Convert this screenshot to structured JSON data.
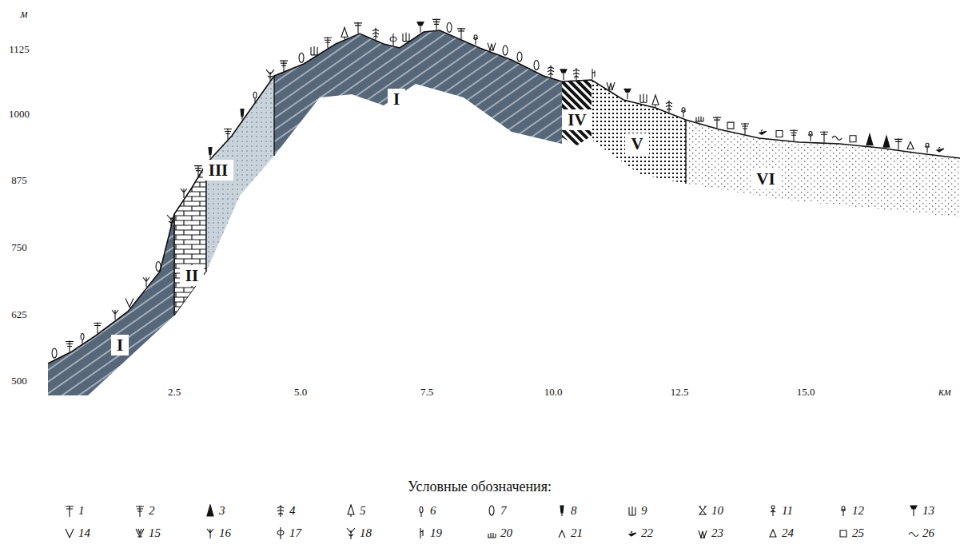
{
  "diagram": {
    "nodes": [
      {
        "text": [
          "I"
        ]
      },
      {
        "text": [
          "II"
        ]
      },
      {
        "text": [
          "III"
        ]
      },
      {
        "text": [
          "I"
        ]
      },
      {
        "text": [
          "IV"
        ]
      },
      {
        "text": [
          "V"
        ]
      },
      {
        "text": [
          "VI"
        ]
      }
    ],
    "labels": [
      "м",
      "1125",
      "1000",
      "875",
      "750",
      "625",
      "500",
      "2.5",
      "5.0",
      "7.5",
      "10.0",
      "12.5",
      "15.0",
      "км",
      "Условные обозначения:"
    ],
    "legend": [
      {
        "text": "1"
      },
      {
        "text": "2"
      },
      {
        "text": "3"
      },
      {
        "text": "4"
      },
      {
        "text": "5"
      },
      {
        "text": "6"
      },
      {
        "text": "7"
      },
      {
        "text": "8"
      },
      {
        "text": "9"
      },
      {
        "text": "10"
      },
      {
        "text": "11"
      },
      {
        "text": "12"
      },
      {
        "text": "13"
      },
      {
        "text": "14"
      },
      {
        "text": "15"
      },
      {
        "text": "16"
      },
      {
        "text": "17"
      },
      {
        "text": "18"
      },
      {
        "text": "19"
      },
      {
        "text": "20"
      },
      {
        "text": "21"
      },
      {
        "text": "22"
      },
      {
        "text": "23"
      },
      {
        "text": "24"
      },
      {
        "text": "25"
      },
      {
        "text": "26"
      }
    ]
  }
}
